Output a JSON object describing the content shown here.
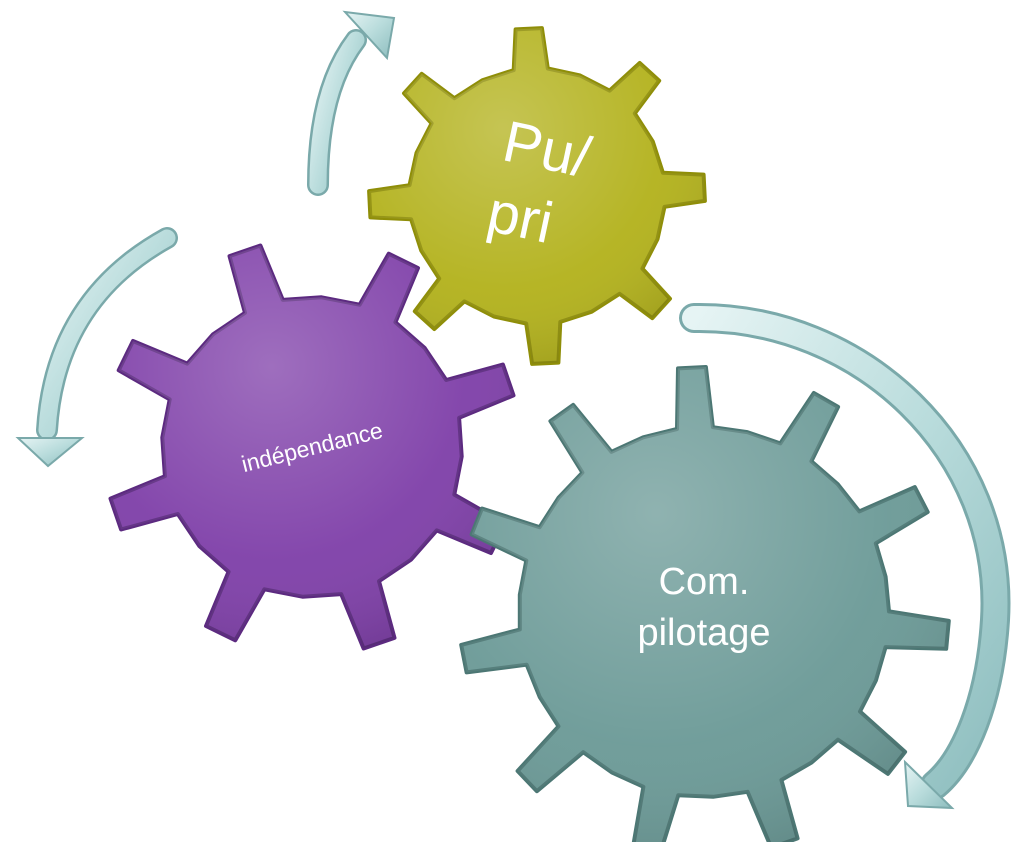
{
  "diagram": {
    "gears": [
      {
        "id": "gear-pu-pri",
        "lines": [
          "Pu/",
          "pri"
        ],
        "fill": "#b2b11a",
        "edge": "#8f8e08"
      },
      {
        "id": "gear-independance",
        "lines": [
          "indépendance"
        ],
        "fill": "#7e3ea8",
        "edge": "#5c2a80"
      },
      {
        "id": "gear-com-pilotage",
        "lines": [
          "Com.",
          "pilotage"
        ],
        "fill": "#6a9996",
        "edge": "#4c7774"
      }
    ],
    "arrow_color": "#b9dcdc",
    "arrow_edge": "#7aa9aa"
  }
}
